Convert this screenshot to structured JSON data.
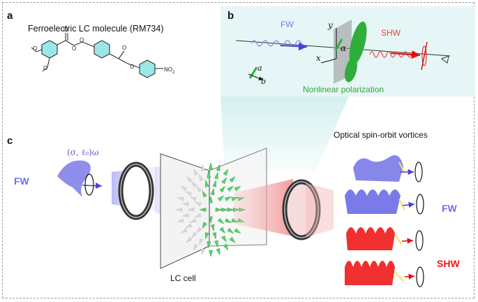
{
  "panel_a": {
    "letter": "a",
    "title": "Ferroelectric LC molecule (RM734)",
    "no2_label": "NO",
    "no2_sub": "2"
  },
  "panel_b": {
    "letter": "b",
    "fw_label": "FW",
    "shw_label": "SHW",
    "y_label": "y",
    "x_label": "x",
    "alpha_label": "α",
    "a_label": "a",
    "b_label": "b",
    "nonlinear_label": "Nonlinear polarization"
  },
  "panel_c": {
    "letter": "c",
    "oam_label": "(σ, ℓ₀)ω",
    "fw_left_label": "FW",
    "lc_cell_label": "LC cell",
    "vortices_title": "Optical spin-orbit vortices",
    "fw_right_label": "FW",
    "shw_right_label": "SHW"
  },
  "colors": {
    "fw": "#6e6ef2",
    "shw": "#ee1a1a",
    "lc_green": "#2fae3c",
    "panel_b_bg": "#e6f6f6"
  }
}
